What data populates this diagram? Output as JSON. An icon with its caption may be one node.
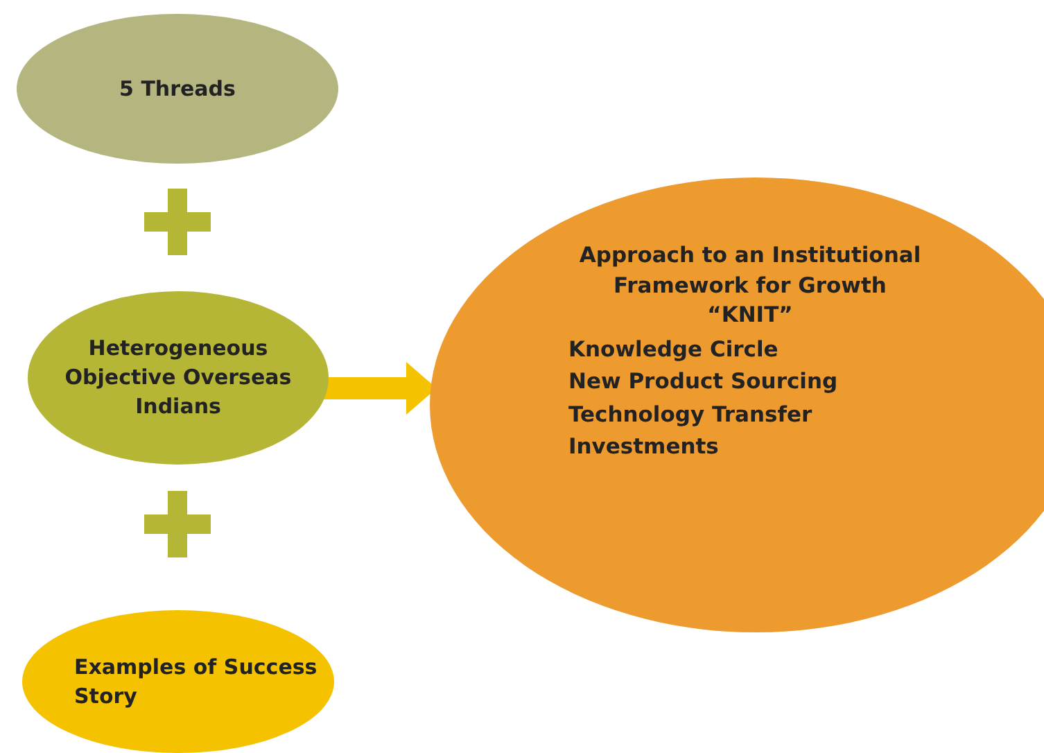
{
  "diagram": {
    "nodes": [
      {
        "text": [
          "5 Threads"
        ]
      },
      {
        "text": [
          "Heterogeneous Objective Overseas Indians"
        ]
      },
      {
        "text": [
          "Examples of Success Story"
        ]
      },
      {
        "text": [
          "Approach to an Institutional Framework for Growth “KNIT”",
          "Knowledge Circle",
          "New Product Sourcing",
          "Technology Transfer",
          "Investments"
        ]
      }
    ],
    "edges": [
      {
        "from": 1,
        "to": 3,
        "arrow": "to",
        "color": "#f5c200"
      }
    ]
  }
}
